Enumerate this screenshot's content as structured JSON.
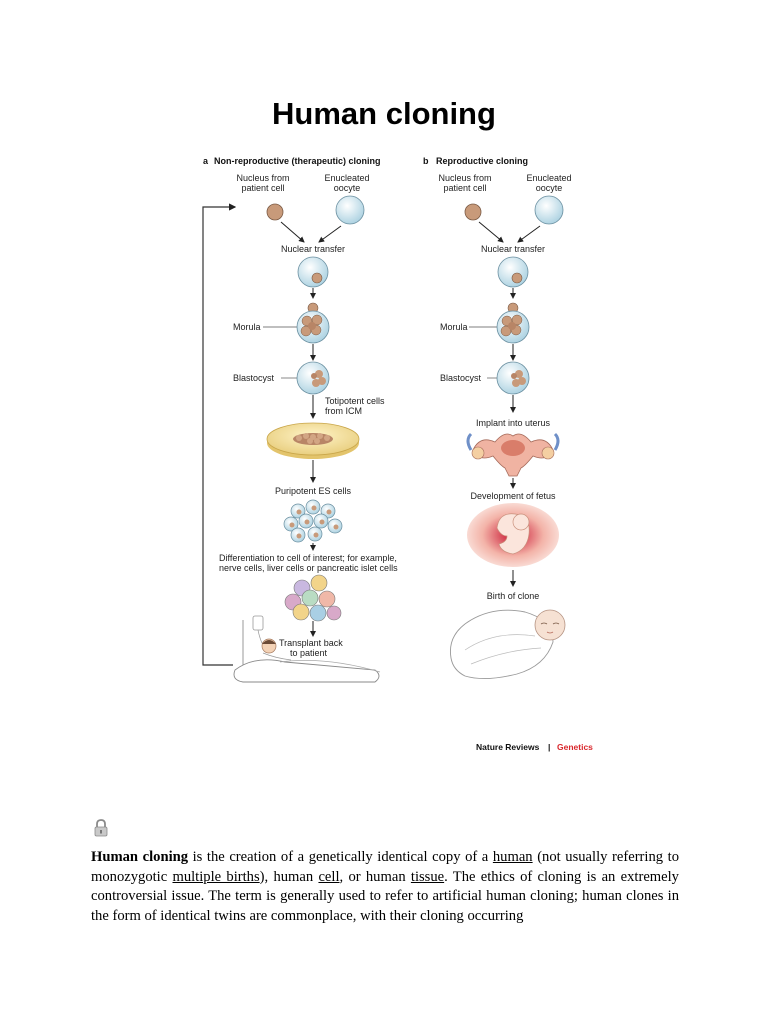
{
  "title": "Human cloning",
  "figure": {
    "panel_a": {
      "letter": "a",
      "heading": "Non-reproductive (therapeutic) cloning",
      "nucleus_label_1": "Nucleus from",
      "nucleus_label_2": "patient cell",
      "oocyte_label_1": "Enucleated",
      "oocyte_label_2": "oocyte",
      "nuclear_transfer": "Nuclear transfer",
      "morula": "Morula",
      "blastocyst": "Blastocyst",
      "totipotent_1": "Totipotent cells",
      "totipotent_2": "from ICM",
      "pluripotent": "Puripotent ES cells",
      "differentiation_1": "Differentiation to cell of interest; for example,",
      "differentiation_2": "nerve cells, liver cells or pancreatic islet cells",
      "transplant_1": "Transplant back",
      "transplant_2": "to patient"
    },
    "panel_b": {
      "letter": "b",
      "heading": "Reproductive cloning",
      "nucleus_label_1": "Nucleus from",
      "nucleus_label_2": "patient cell",
      "oocyte_label_1": "Enucleated",
      "oocyte_label_2": "oocyte",
      "nuclear_transfer": "Nuclear transfer",
      "morula": "Morula",
      "blastocyst": "Blastocyst",
      "implant": "Implant into uterus",
      "development": "Development of fetus",
      "birth": "Birth of clone"
    },
    "credit_journal": "Nature Reviews",
    "credit_sep": " | ",
    "credit_section": "Genetics",
    "colors": {
      "credit_red": "#d9262b",
      "cell_fill": "#cfe6f0",
      "nucleus_fill": "#c89a7a"
    }
  },
  "paragraph": {
    "term": "Human cloning",
    "t1": " is the creation of a genetically identical copy of a ",
    "link_human": "human",
    "t2": " (not usually referring to monozygotic ",
    "link_multiple_births": "multiple births",
    "t3": "), human ",
    "link_cell": "cell",
    "t4": ", or human ",
    "link_tissue": "tissue",
    "t5": ". The ethics of cloning is an extremely controversial issue. The term is generally used to refer to artificial human cloning; human clones in the form of identical twins are commonplace, with their cloning occurring"
  }
}
